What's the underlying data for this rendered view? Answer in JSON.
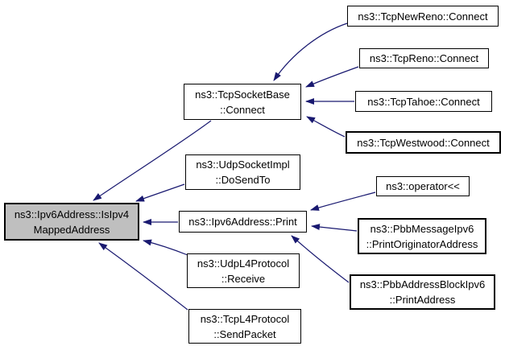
{
  "graph": {
    "type": "doxygen-caller-graph",
    "colors": {
      "background": "#ffffff",
      "node_fill": "#ffffff",
      "node_border": "#000000",
      "highlight_fill": "#bfbfbf",
      "edge": "#191970",
      "text": "#000000"
    },
    "nodes": [
      {
        "id": "ipv6address-isipv4mappedaddress",
        "lines": [
          "ns3::Ipv6Address::IsIpv4",
          "MappedAddress"
        ],
        "highlighted": true
      },
      {
        "id": "tcpsocketbase-connect",
        "lines": [
          "ns3::TcpSocketBase",
          "::Connect"
        ],
        "highlighted": false
      },
      {
        "id": "udpsocketimpl-dosendto",
        "lines": [
          "ns3::UdpSocketImpl",
          "::DoSendTo"
        ],
        "highlighted": false
      },
      {
        "id": "ipv6address-print",
        "lines": [
          "ns3::Ipv6Address::Print"
        ],
        "highlighted": false
      },
      {
        "id": "udpl4protocol-receive",
        "lines": [
          "ns3::UdpL4Protocol",
          "::Receive"
        ],
        "highlighted": false
      },
      {
        "id": "tcpl4protocol-sendpacket",
        "lines": [
          "ns3::TcpL4Protocol",
          "::SendPacket"
        ],
        "highlighted": false
      },
      {
        "id": "tcpnewreno-connect",
        "lines": [
          "ns3::TcpNewReno::Connect"
        ],
        "highlighted": false
      },
      {
        "id": "tcpreno-connect",
        "lines": [
          "ns3::TcpReno::Connect"
        ],
        "highlighted": false
      },
      {
        "id": "tcptahoe-connect",
        "lines": [
          "ns3::TcpTahoe::Connect"
        ],
        "highlighted": false
      },
      {
        "id": "tcpwestwood-connect",
        "lines": [
          "ns3::TcpWestwood::Connect"
        ],
        "highlighted": false
      },
      {
        "id": "operator-stream-insertion",
        "lines": [
          "ns3::operator<<"
        ],
        "highlighted": false
      },
      {
        "id": "pbbmessageipv6-printoriginatoraddress",
        "lines": [
          "ns3::PbbMessageIpv6",
          "::PrintOriginatorAddress"
        ],
        "highlighted": false
      },
      {
        "id": "pbbaddressblockipv6-printaddress",
        "lines": [
          "ns3::PbbAddressBlockIpv6",
          "::PrintAddress"
        ],
        "highlighted": false
      }
    ],
    "edges": [
      {
        "from": "ns3::TcpSocketBase::Connect",
        "to": "ns3::Ipv6Address::IsIpv4MappedAddress"
      },
      {
        "from": "ns3::UdpSocketImpl::DoSendTo",
        "to": "ns3::Ipv6Address::IsIpv4MappedAddress"
      },
      {
        "from": "ns3::Ipv6Address::Print",
        "to": "ns3::Ipv6Address::IsIpv4MappedAddress"
      },
      {
        "from": "ns3::UdpL4Protocol::Receive",
        "to": "ns3::Ipv6Address::IsIpv4MappedAddress"
      },
      {
        "from": "ns3::TcpL4Protocol::SendPacket",
        "to": "ns3::Ipv6Address::IsIpv4MappedAddress"
      },
      {
        "from": "ns3::TcpNewReno::Connect",
        "to": "ns3::TcpSocketBase::Connect"
      },
      {
        "from": "ns3::TcpReno::Connect",
        "to": "ns3::TcpSocketBase::Connect"
      },
      {
        "from": "ns3::TcpTahoe::Connect",
        "to": "ns3::TcpSocketBase::Connect"
      },
      {
        "from": "ns3::TcpWestwood::Connect",
        "to": "ns3::TcpSocketBase::Connect"
      },
      {
        "from": "ns3::operator<<",
        "to": "ns3::Ipv6Address::Print"
      },
      {
        "from": "ns3::PbbMessageIpv6::PrintOriginatorAddress",
        "to": "ns3::Ipv6Address::Print"
      },
      {
        "from": "ns3::PbbAddressBlockIpv6::PrintAddress",
        "to": "ns3::Ipv6Address::Print"
      }
    ]
  }
}
